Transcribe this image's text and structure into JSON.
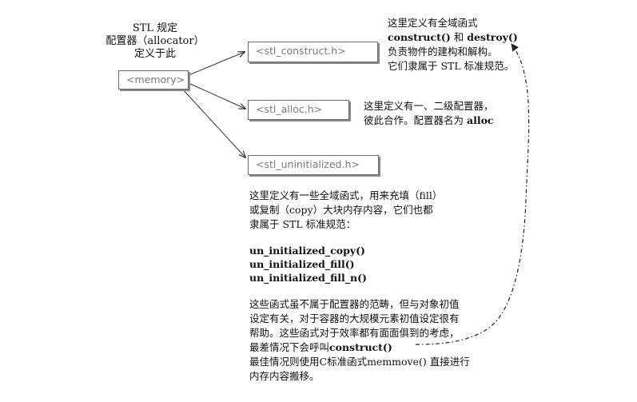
{
  "title": {
    "line1": "STL 规定",
    "line2": "配置器（allocator）",
    "line3": "定义于此"
  },
  "boxes": {
    "memory": "<memory>",
    "construct": "<stl_construct.h>",
    "alloc": "<stl_alloc.h>",
    "uninitialized": "<stl_uninitialized.h>"
  },
  "note_construct": {
    "line1": "这里定义有全域函式",
    "func_a": "construct()",
    "and": "和",
    "func_b": "destroy()",
    "line3": "负责物件的建构和解构。",
    "line4": "它们隶属于 STL 标准规范。"
  },
  "note_alloc": {
    "line1": "这里定义有一、二级配置器，",
    "line2_pre": "彼此合作。配置器名为",
    "line2_name": "alloc"
  },
  "note_uninit": {
    "line1": "这里定义有一些全域函式，用来充填（fill）",
    "line2": "或复制（copy）大块内存内容，它们也都",
    "line3": "隶属于 STL 标准规范：",
    "funcs": [
      "un_initialized_copy()",
      "un_initialized_fill()",
      "un_initialized_fill_n()"
    ],
    "para1": "这些函式虽不属于配置器的范畴，但与对象初值",
    "para2": "设定有关，对于容器的大规模元素初值设定很有",
    "para3": "帮助。这些函式对于效率都有面面俱到的考虑，",
    "para4_pre": "最差情况下会呼叫",
    "para4_func": "construct()",
    "para5": "最佳情况则使用C标准函式memmove() 直接进行",
    "para6": "内存内容搬移。"
  }
}
